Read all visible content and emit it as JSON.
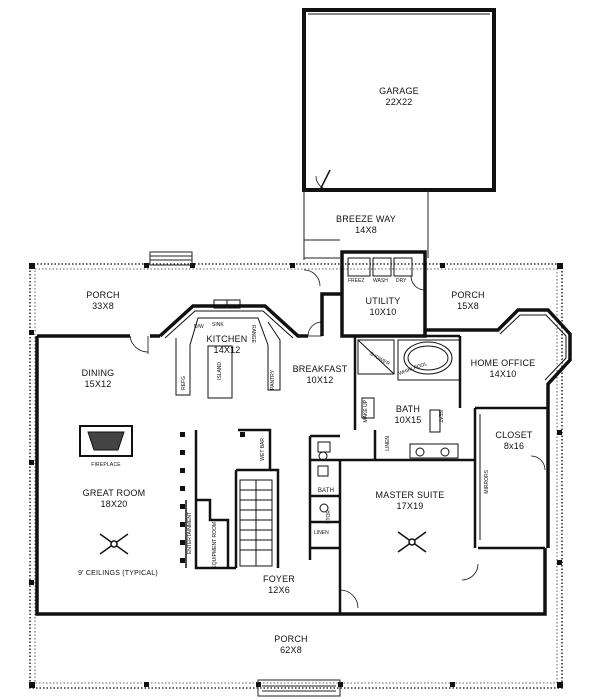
{
  "rooms": {
    "garage": {
      "name": "GARAGE",
      "size": "22X22"
    },
    "breeze_way": {
      "name": "BREEZE WAY",
      "size": "14X8"
    },
    "porch_back_left": {
      "name": "PORCH",
      "size": "33X8"
    },
    "utility": {
      "name": "UTILITY",
      "size": "10X10"
    },
    "porch_back_right": {
      "name": "PORCH",
      "size": "15X8"
    },
    "kitchen": {
      "name": "KITCHEN",
      "size": "14X12"
    },
    "dining": {
      "name": "DINING",
      "size": "15X12"
    },
    "breakfast": {
      "name": "BREAKFAST",
      "size": "10X12"
    },
    "home_office": {
      "name": "HOME OFFICE",
      "size": "14X10"
    },
    "bath_master": {
      "name": "BATH",
      "size": "10X15"
    },
    "closet": {
      "name": "CLOSET",
      "size": "8x16"
    },
    "great_room": {
      "name": "GREAT ROOM",
      "size": "18X20"
    },
    "master_suite": {
      "name": "MASTER SUITE",
      "size": "17X19"
    },
    "foyer": {
      "name": "FOYER",
      "size": "12X6"
    },
    "porch_front": {
      "name": "PORCH",
      "size": "62X8"
    }
  },
  "labels": {
    "bath": "BATH",
    "fireplace": "FIREPLACE",
    "ceilings_note": "9' CEILINGS (TYPICAL)",
    "sink": "SINK",
    "dw": "D/W",
    "range": "RANGE",
    "island": "ISLAND",
    "refg": "REFG",
    "pantry": "PANTRY",
    "freez": "FREEZ",
    "wash": "WASH",
    "dry": "DRY",
    "shower": "SHOWER",
    "whirlpool": "WHIRLPOOL",
    "seat": "SEAT",
    "make_up": "MAKE UP",
    "linen_bath": "LINEN",
    "linen_hall": "LINEN",
    "stor": "STOR",
    "wet_bar": "WET BAR",
    "entertainment": "ENTERTAINMENT",
    "equipment_room": "EQUIPMENT ROOM",
    "mirrors": "MIRRORS"
  }
}
